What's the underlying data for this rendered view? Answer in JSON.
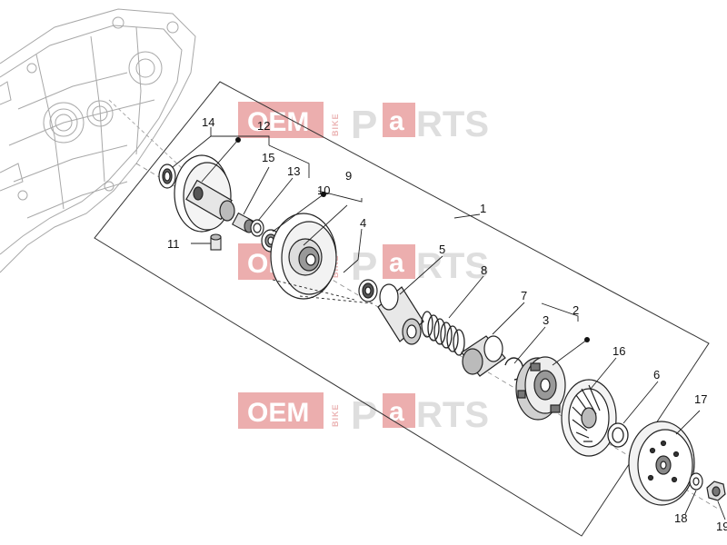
{
  "callouts": {
    "c1": "1",
    "c2": "2",
    "c3": "3",
    "c4": "4",
    "c5": "5",
    "c6": "6",
    "c7": "7",
    "c8": "8",
    "c9": "9",
    "c10": "10",
    "c11": "11",
    "c12": "12",
    "c13": "13",
    "c14": "14",
    "c15": "15",
    "c16": "16",
    "c17": "17",
    "c18": "18",
    "c19": "19"
  },
  "watermark": {
    "oem": "OEM",
    "bike": "BIKE",
    "p": "P",
    "a": "a",
    "rts": "RTS"
  },
  "colors": {
    "line": "#222222",
    "faint_line": "#9a9a9a",
    "watermark_red": "#e9a0a0",
    "watermark_grey": "#d9d9d9"
  }
}
